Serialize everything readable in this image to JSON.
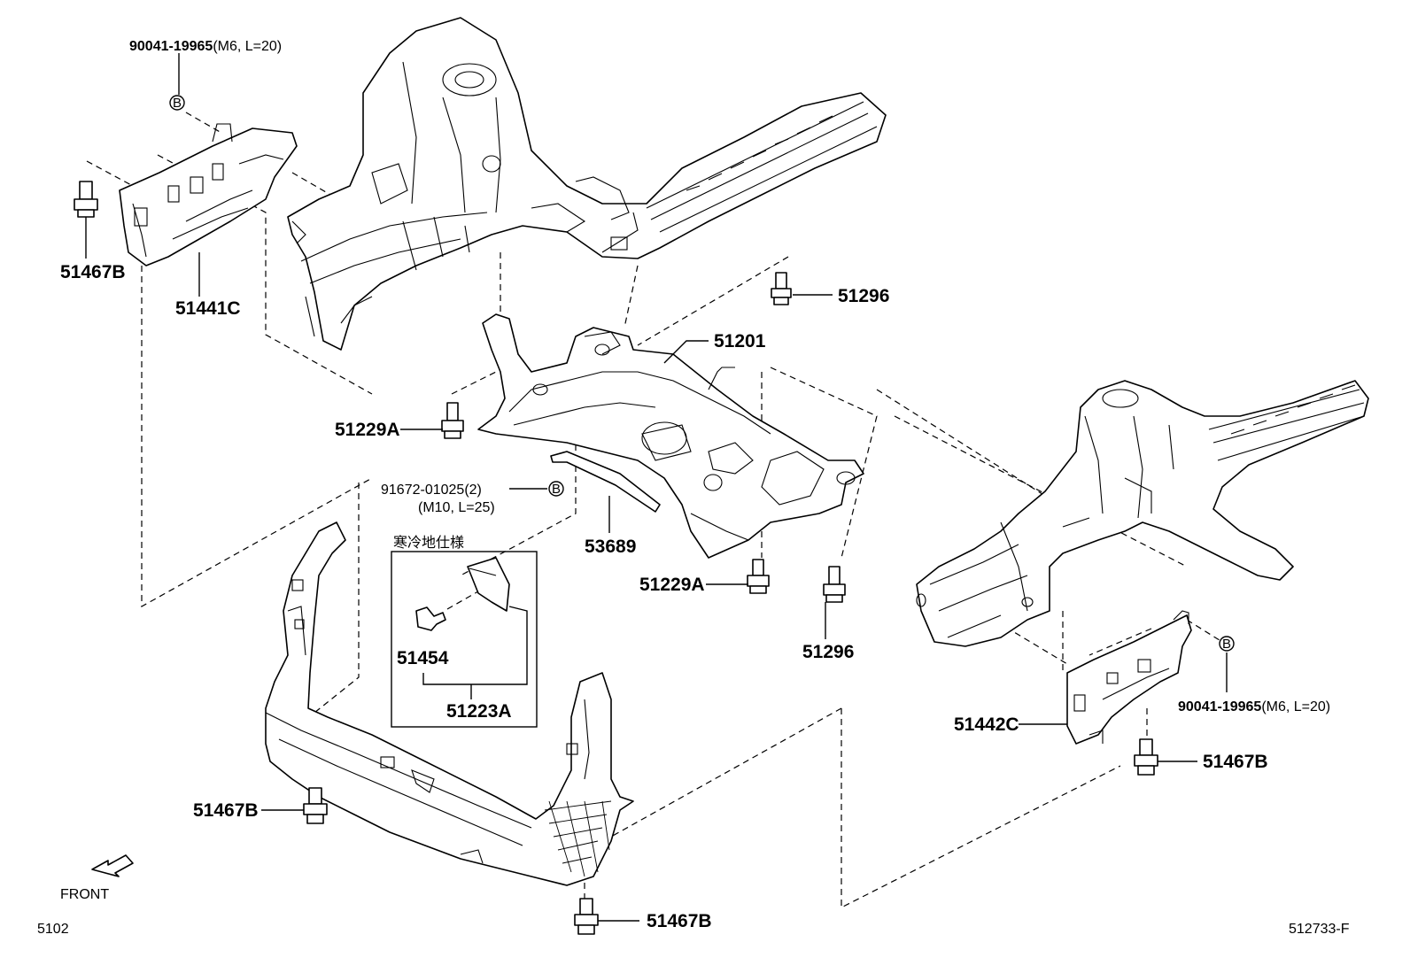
{
  "labels": {
    "bolt_top_left": "90041-19965",
    "bolt_top_left_spec": "(M6, L=20)",
    "ref_b": "B",
    "p51467b_left": "51467B",
    "p51441c": "51441C",
    "p51296_top": "51296",
    "p51201": "51201",
    "p51229a_left": "51229A",
    "p91672": "91672-01025(2)",
    "p91672_spec": "(M10, L=25)",
    "cold_spec": "寒冷地仕様",
    "p53689": "53689",
    "p51229a_right": "51229A",
    "p51296_bottom": "51296",
    "p51454": "51454",
    "p51223a": "51223A",
    "p51467b_bottom_left": "51467B",
    "p51467b_bottom": "51467B",
    "p51442c": "51442C",
    "bolt_right": "90041-19965",
    "bolt_right_spec": "(M6, L=20)",
    "p51467b_right": "51467B",
    "front": "FRONT",
    "page_code": "5102",
    "diagram_code": "512733-F"
  }
}
